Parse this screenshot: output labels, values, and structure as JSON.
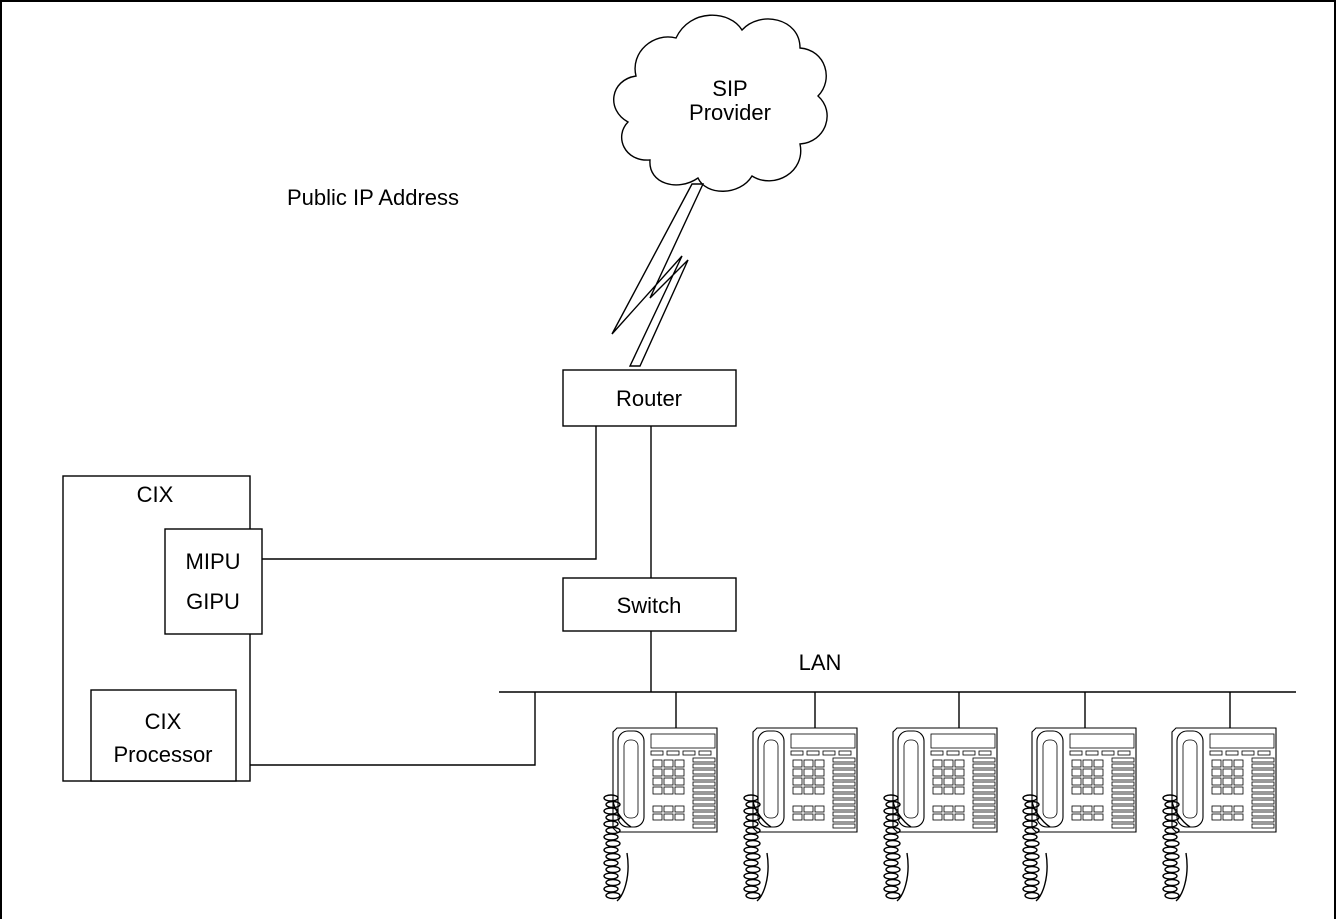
{
  "cloud": {
    "line1": "SIP",
    "line2": "Provider"
  },
  "public_ip_label": "Public IP Address",
  "router_label": "Router",
  "switch_label": "Switch",
  "lan_label": "LAN",
  "cix": {
    "title": "CIX",
    "card_line1": "MIPU",
    "card_line2": "GIPU",
    "processor_line1": "CIX",
    "processor_line2": "Processor"
  },
  "phones": [
    {
      "name": "phone-1"
    },
    {
      "name": "phone-2"
    },
    {
      "name": "phone-3"
    },
    {
      "name": "phone-4"
    },
    {
      "name": "phone-5"
    }
  ]
}
